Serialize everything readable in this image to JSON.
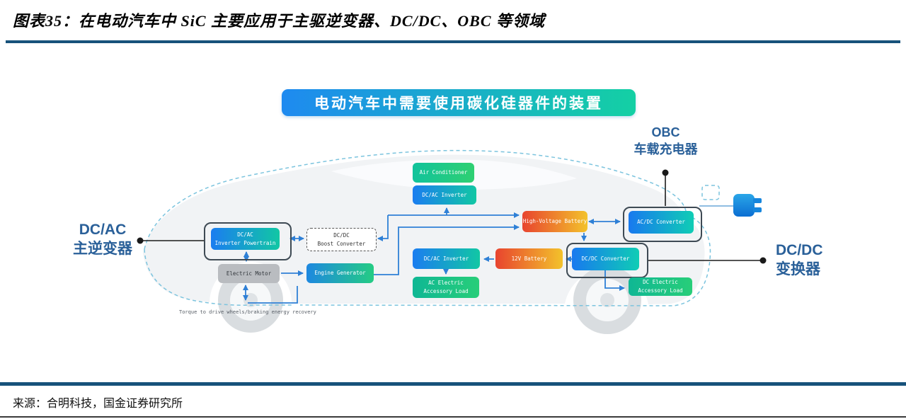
{
  "title": "图表35：在电动汽车中 SiC 主要应用于主驱逆变器、DC/DC、OBC 等领域",
  "banner": "电动汽车中需要使用碳化硅器件的装置",
  "callouts": {
    "obc": {
      "line1": "OBC",
      "line2": "车载充电器"
    },
    "dcac": {
      "line1": "DC/AC",
      "line2": "主逆变器"
    },
    "dcdc": {
      "line1": "DC/DC",
      "line2": "变换器"
    }
  },
  "boxes": {
    "air_conditioner": "Air Conditioner",
    "dcac_inverter_top": "DC/AC Inverter",
    "high_voltage_battery": "High-Voltage Battery",
    "acdc_converter": "AC/DC Converter",
    "dcac_inverter_powertrain": "DC/AC\nInverter Powertrain",
    "dcdc_boost_converter": "DC/DC\nBoost Converter",
    "electric_motor": "Electric Motor",
    "engine_generator": "Engine Generator",
    "dcac_inverter_mid": "DC/AC Inverter",
    "twelve_v_battery": "12V Battery",
    "dcdc_converter": "DC/DC Converter",
    "ac_electric_accessory_load": "AC Electric\nAccessory Load",
    "dc_electric_accessory_load": "DC Electric\nAccessory Load"
  },
  "notes": {
    "torque": "Torque to drive wheels/braking energy recovery"
  },
  "source": "来源：合明科技，国金证券研究所",
  "colors": {
    "rule_navy": "#17527b",
    "callout_blue": "#2a6099",
    "arrow_blue": "#2f80d6",
    "banner_gradient": [
      "#1e8af0",
      "#14d0a4"
    ],
    "battery_gradient": [
      "#e8442f",
      "#f3c22b"
    ],
    "converter_gradient": [
      "#1879ef",
      "#0fcdb5"
    ],
    "green_gradient": [
      "#0fb794",
      "#28ce79"
    ]
  }
}
